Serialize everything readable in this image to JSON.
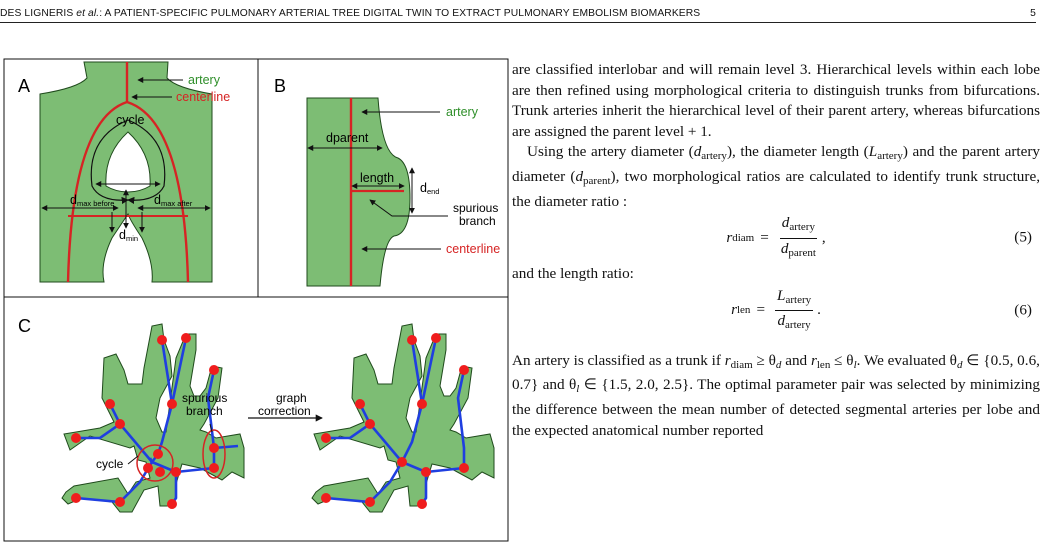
{
  "header": {
    "running_head_prefix": "DES LIGNERIS ",
    "running_head_etal": "et al.",
    "running_head_title": ": A PATIENT-SPECIFIC PULMONARY ARTERIAL TREE DIGITAL TWIN TO EXTRACT PULMONARY EMBOLISM BIOMARKERS",
    "page_number": "5"
  },
  "figure": {
    "colors": {
      "vessel_fill": "#7dbd74",
      "vessel_edge": "#1f4a1c",
      "centerline": "#d62424",
      "graph_edge": "#1f3fe0",
      "node": "#ef1d1d",
      "label_green": "#2f8f2a"
    },
    "panel_a": {
      "letter": "A",
      "artery_label": "artery",
      "centerline_label": "centerline",
      "cycle_label": "cycle",
      "d_max_before": {
        "main": "d",
        "sub": "max before"
      },
      "d_max_after": {
        "main": "d",
        "sub": "max after"
      },
      "d_min": {
        "main": "d",
        "sub": "min"
      }
    },
    "panel_b": {
      "letter": "B",
      "artery_label": "artery",
      "dparent_label": "dparent",
      "length_label": "length",
      "d_end": {
        "main": "d",
        "sub": "end"
      },
      "spurious_line1": "spurious",
      "spurious_line2": "branch",
      "centerline_label": "centerline"
    },
    "panel_c": {
      "letter": "C",
      "spurious_line1": "spurious",
      "spurious_line2": "branch",
      "cycle_label": "cycle",
      "graph_line1": "graph",
      "graph_line2": "correction"
    }
  },
  "text": {
    "p1": "are classified interlobar and will remain level 3. Hierarchical levels within each lobe are then refined using morphological criteria to distinguish trunks from bifurcations. Trunk arteries inherit the hierarchical level of their parent artery, whereas bifurcations are assigned the parent level + 1.",
    "p2_a": "Using the artery diameter (",
    "p2_b": "), the diameter length (",
    "p2_c": ") and the parent artery diameter (",
    "p2_d": "), two morphological ratios are calculated to identify trunk structure, the diameter ratio :",
    "sym_d": "d",
    "sym_L": "L",
    "sym_r": "r",
    "sub_artery": "artery",
    "sub_parent": "parent",
    "sub_diam": "diam",
    "sub_len": "len",
    "eq5_number": "(5)",
    "eq6_number": "(6)",
    "length_ratio_intro": "and the length ratio:",
    "p3_a": "An artery is classified as a trunk if ",
    "p3_b": " ≥ θ",
    "p3_c": " and ",
    "p3_d": " ≤ θ",
    "p3_e": ". We evaluated θ",
    "p3_f": " ∈ {0.5, 0.6, 0.7} and θ",
    "p3_g": " ∈ {1.5, 2.0, 2.5}. The optimal parameter pair was selected by minimizing the difference between the mean number of detected segmental arteries per lobe and the expected anatomical number reported",
    "sub_d": "d",
    "sub_l": "l"
  }
}
